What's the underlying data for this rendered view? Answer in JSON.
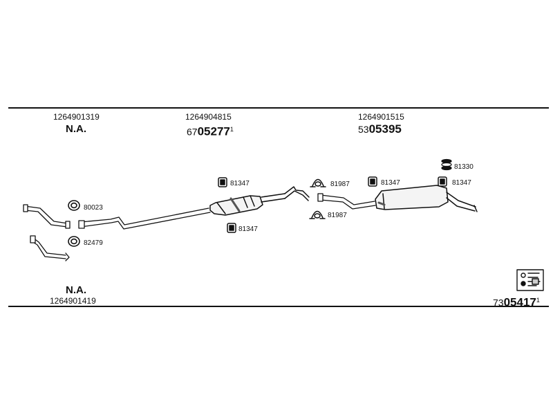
{
  "columns": [
    {
      "ref": "1264901319",
      "status": "N.A."
    },
    {
      "ref": "1264904815",
      "number_prefix": "67",
      "number_main": "05277",
      "number_suffix": "1"
    },
    {
      "ref": "1264901515",
      "number_prefix": "53",
      "number_main": "05395"
    }
  ],
  "bottom": {
    "status": "N.A.",
    "ref": "1264901419",
    "kit_number_prefix": "73",
    "kit_number_main": "05417",
    "kit_number_suffix": "1"
  },
  "parts": {
    "gasket_front": "80023",
    "gasket_lower": "82479",
    "hanger_mid_top": "81347",
    "hanger_mid_bottom": "81347",
    "clamp_top": "81987",
    "clamp_bottom": "81987",
    "hanger_rear_left": "81347",
    "hanger_rear_right": "81347",
    "rubber_stack": "81330"
  },
  "icons": [
    "rubber-hanger-icon",
    "clamp-icon",
    "gasket-ring-icon",
    "rubber-stack-icon",
    "mounting-kit-icon"
  ]
}
